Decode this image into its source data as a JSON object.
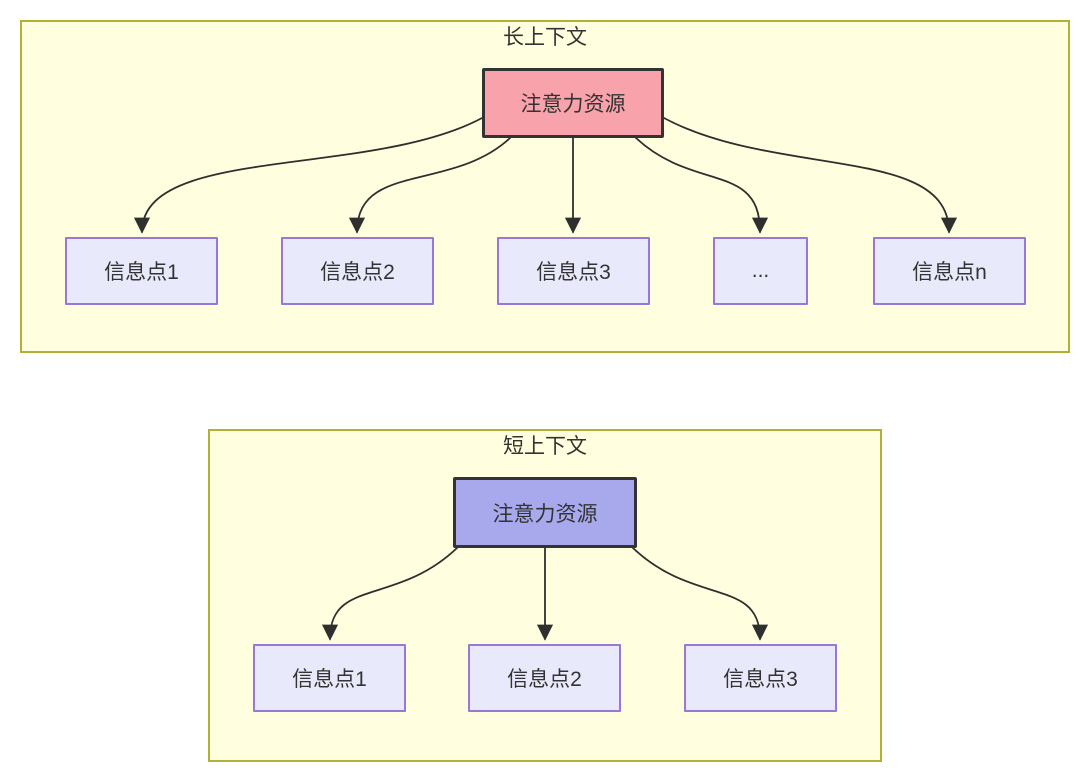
{
  "long_context": {
    "title": "长上下文",
    "attention_label": "注意力资源",
    "info_points": [
      "信息点1",
      "信息点2",
      "信息点3",
      "...",
      "信息点n"
    ]
  },
  "short_context": {
    "title": "短上下文",
    "attention_label": "注意力资源",
    "info_points": [
      "信息点1",
      "信息点2",
      "信息点3"
    ]
  },
  "colors": {
    "panel_bg": "#FFFFDF",
    "panel_border": "#B1B135",
    "long_attention_fill": "#F8A2AB",
    "short_attention_fill": "#A8A8EC",
    "info_fill": "#E9E9FC",
    "info_border": "#9878D4",
    "node_border": "#333333",
    "arrow": "#2F2F2F",
    "text": "#333333"
  }
}
